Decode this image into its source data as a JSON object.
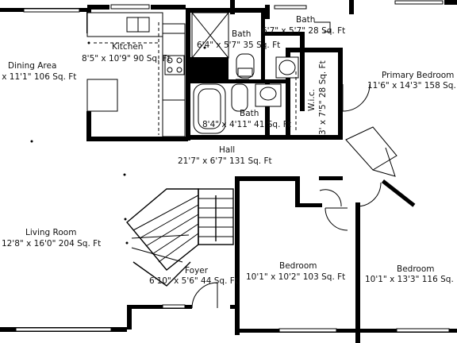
{
  "plan": {
    "rooms": {
      "dining": {
        "name": "Dining Area",
        "size": "' x 11'1\" 106 Sq. Ft"
      },
      "kitchen": {
        "name": "Kitchen",
        "size": "8'5\" x 10'9\" 90 Sq. Ft"
      },
      "bath_upper": {
        "name": "Bath",
        "size": "6'4\" x 5'7\" 35 Sq. Ft"
      },
      "bath_right": {
        "name": "Bath",
        "size": "6'7\" x 5'7\" 28 Sq. Ft"
      },
      "bath_lower": {
        "name": "Bath",
        "size": "8'4\" x 4'11\" 41 Sq. Ft"
      },
      "wic": {
        "name": "W.i.c.",
        "size": "3' x 7'5\" 28 Sq. Ft"
      },
      "primary": {
        "name": "Primary Bedroom",
        "size": "11'6\" x 14'3\" 158 Sq. Ft"
      },
      "hall": {
        "name": "Hall",
        "size": "21'7\" x 6'7\" 131 Sq. Ft"
      },
      "living": {
        "name": "Living Room",
        "size": "12'8\" x 16'0\" 204 Sq. Ft"
      },
      "foyer": {
        "name": "Foyer",
        "size": "6'10\" x 5'6\" 44 Sq. Ft"
      },
      "bedroom_mid": {
        "name": "Bedroom",
        "size": "10'1\" x 10'2\" 103 Sq. Ft"
      },
      "bedroom_right": {
        "name": "Bedroom",
        "size": "10'1\" x 13'3\" 116 Sq. Ft"
      }
    }
  }
}
